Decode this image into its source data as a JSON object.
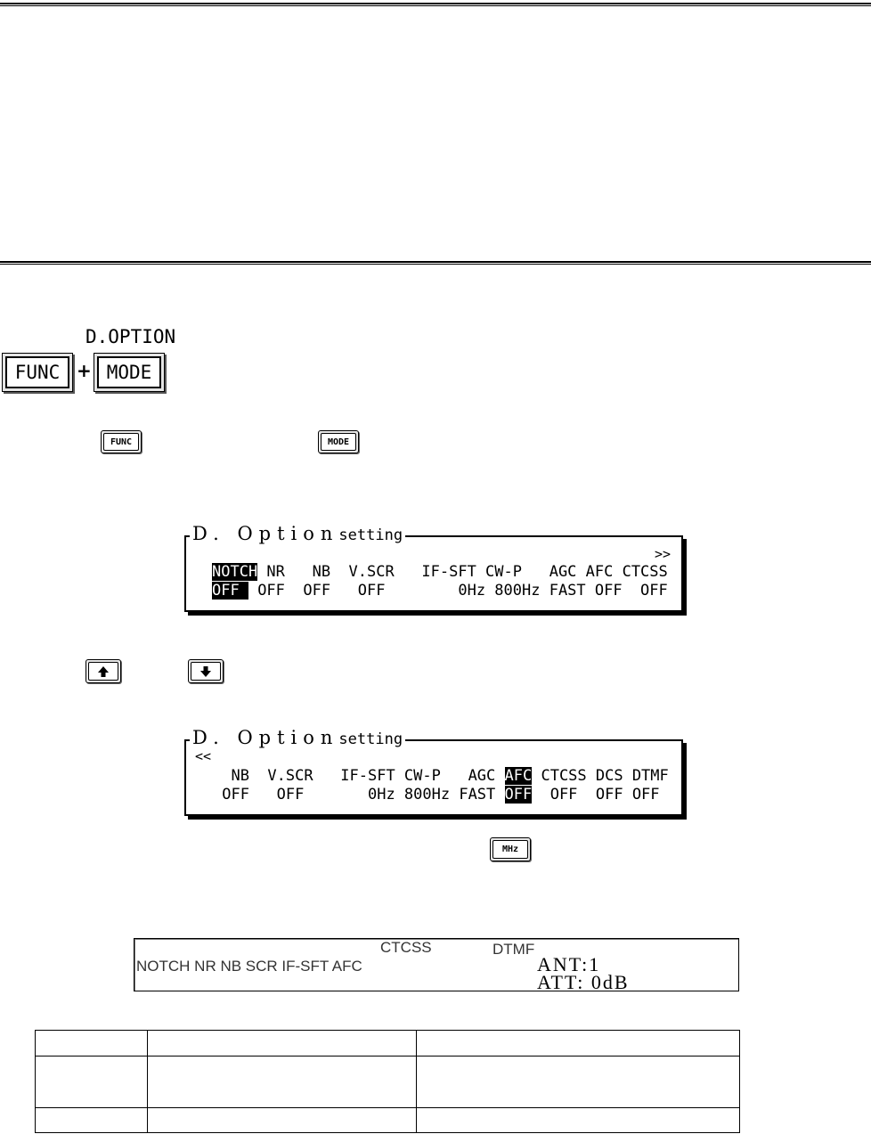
{
  "key_combo": {
    "label": "D.OPTION",
    "key1": "FUNC",
    "plus": "+",
    "key2": "MODE"
  },
  "inline_keys": {
    "func": "FUNC",
    "mode": "MODE",
    "up_icon": "up-arrow-icon",
    "down_icon": "down-arrow-icon",
    "mhz": "MHz"
  },
  "panel1": {
    "title_big": "D. Option",
    "title_small": "setting",
    "arrow": ">>",
    "highlight_item": "NOTCH",
    "labels_rest": " NR   NB  V.SCR   IF-SFT CW-P   AGC AFC CTCSS",
    "highlight_value": "OFF ",
    "values_rest": " OFF  OFF   OFF        0Hz 800Hz FAST OFF  OFF"
  },
  "panel2": {
    "title_big": "D. Option",
    "title_small": "setting",
    "arrow": "<<",
    "labels_before": "  NB  V.SCR   IF-SFT CW-P   AGC ",
    "highlight_item": "AFC",
    "labels_after": " CTCSS DCS DTMF",
    "values_before": " OFF   OFF       0Hz 800Hz FAST ",
    "highlight_value": "OFF",
    "values_after": "  OFF  OFF OFF"
  },
  "display": {
    "top_ctcss": "CTCSS",
    "top_dtmf": "DTMF",
    "indicators": "NOTCH NR NB SCR IF-SFT AFC",
    "ant": "ANT:1",
    "att": "ATT: 0dB"
  },
  "table": {
    "rows": [
      [
        "",
        "",
        ""
      ],
      [
        "",
        "",
        ""
      ],
      [
        "",
        "",
        ""
      ]
    ]
  }
}
